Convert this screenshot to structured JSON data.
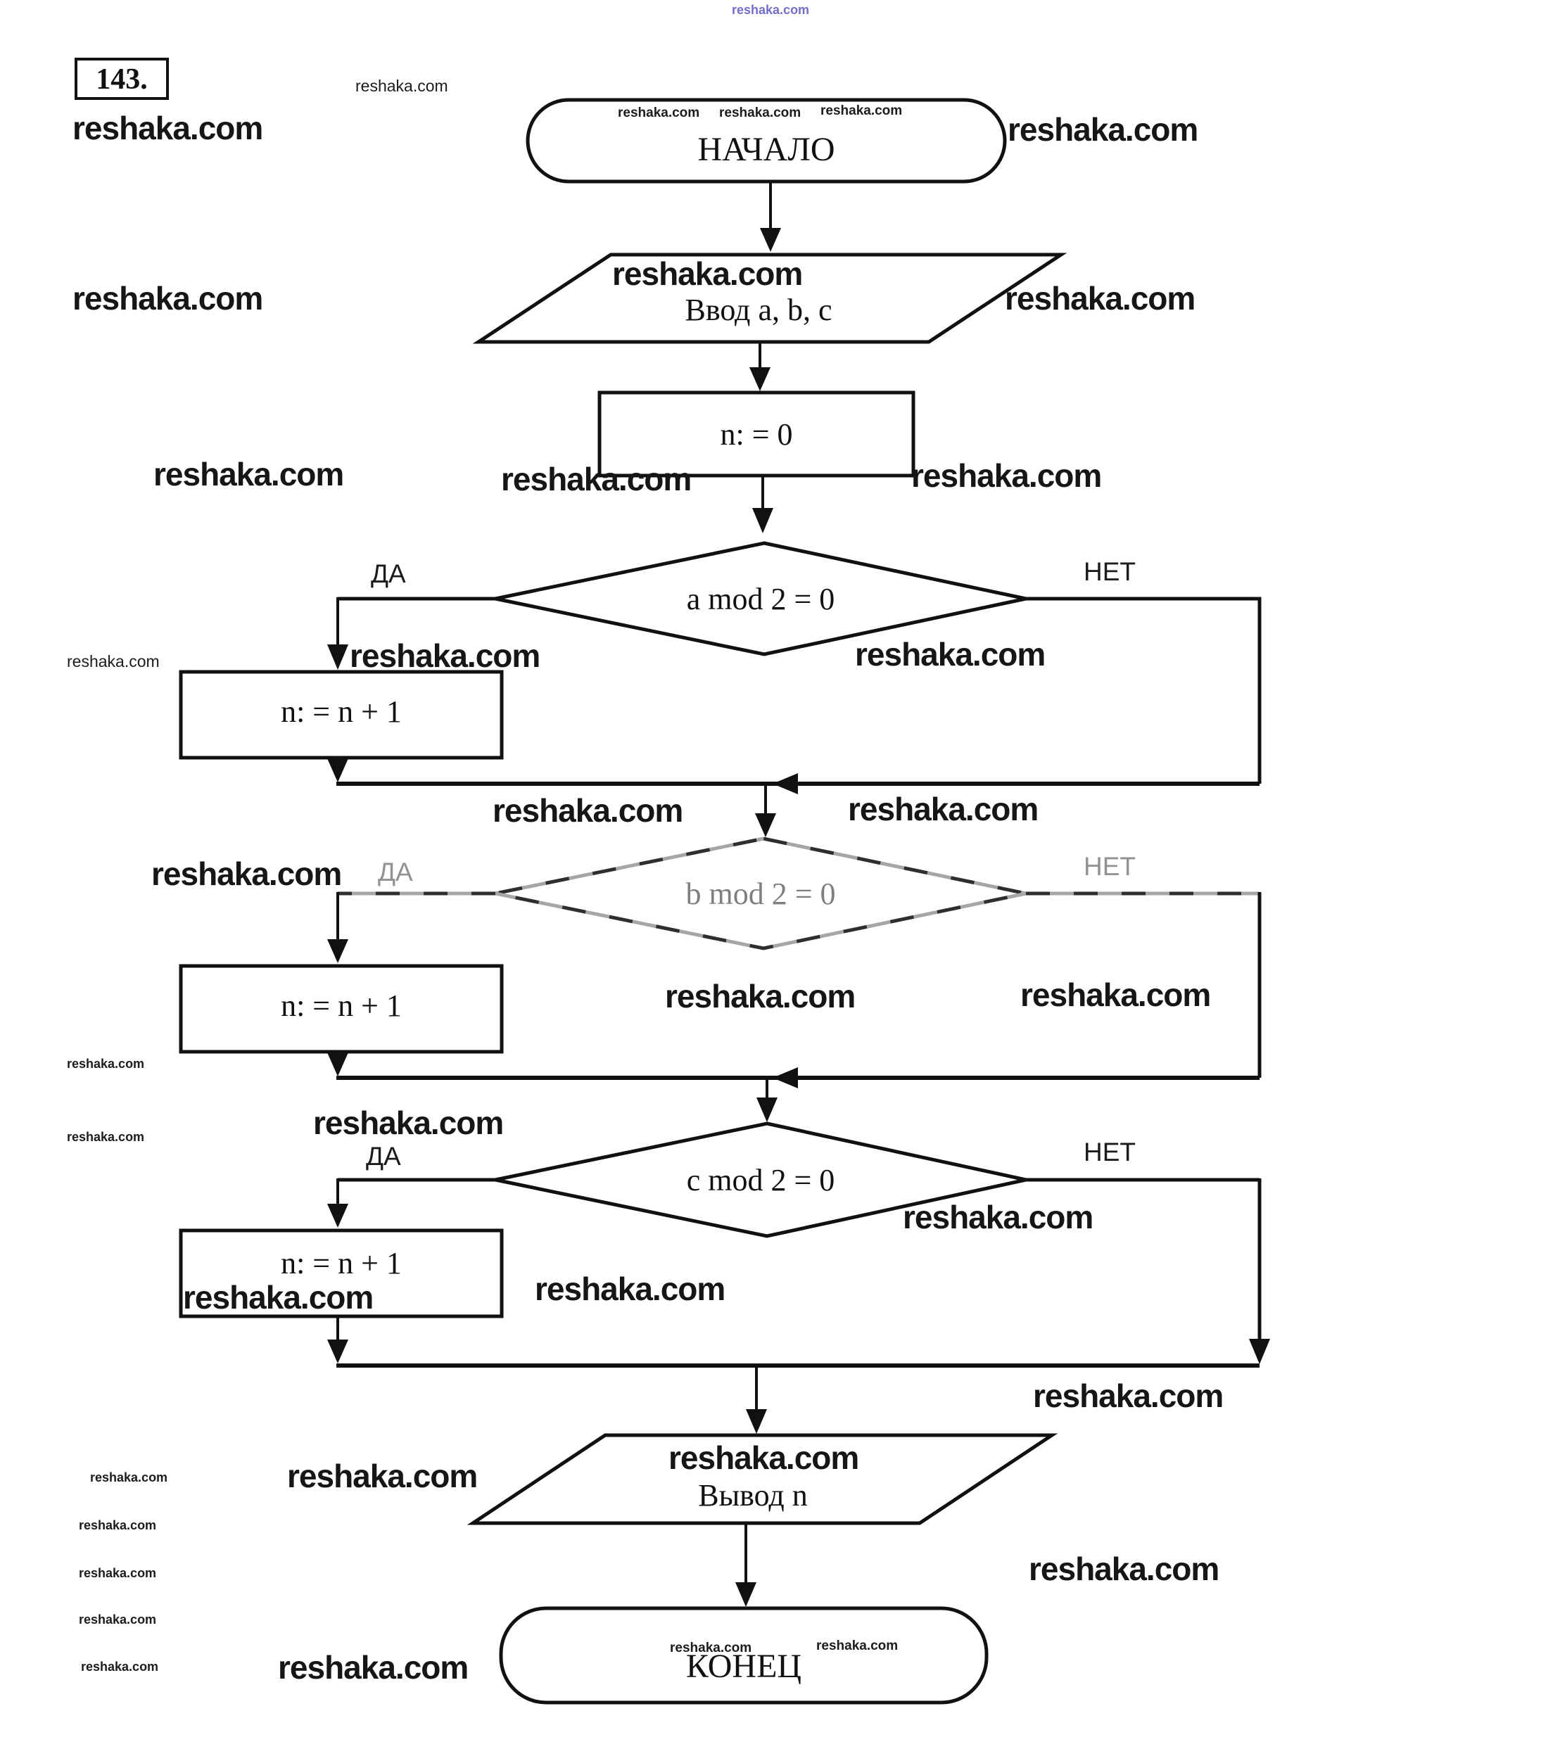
{
  "watermark": {
    "text": "reshaka.com",
    "top_color": "#5b55be"
  },
  "flowchart": {
    "number": "143.",
    "start_label": "НАЧАЛО",
    "input_label": "Ввод a, b, c",
    "init_label": "n: = 0",
    "increment_label": "n: = n + 1",
    "yes_label": "ДА",
    "no_label": "НЕТ",
    "decisions": [
      {
        "condition": "a mod 2 = 0"
      },
      {
        "condition": "b mod 2 = 0"
      },
      {
        "condition": "c mod 2 = 0"
      }
    ],
    "output_label": "Вывод n",
    "end_label": "КОНЕЦ"
  }
}
